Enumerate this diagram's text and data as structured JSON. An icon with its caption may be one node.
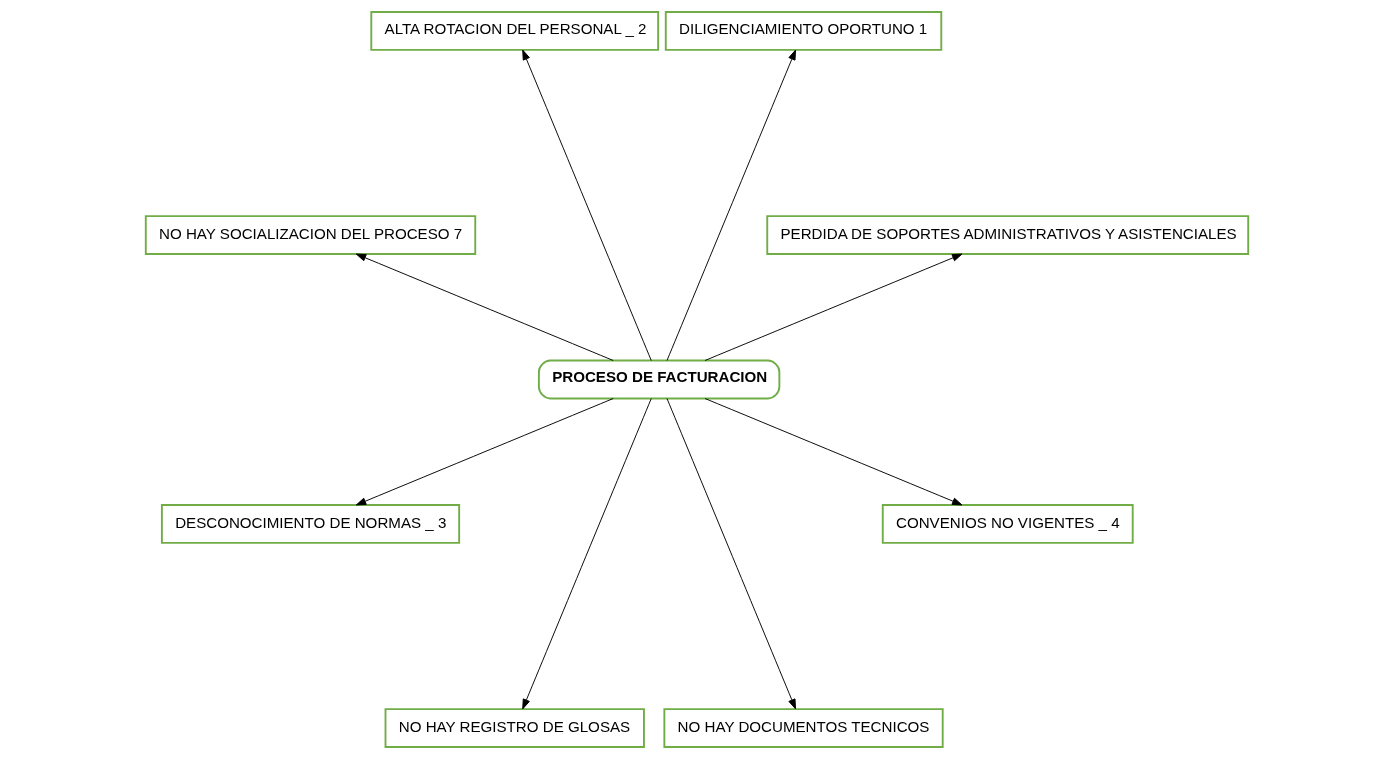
{
  "diagram": {
    "nodes": [
      {
        "text": [
          "PERDIDA DE SOPORTES ADMINISTRATIVOS Y ASISTENCIALES"
        ]
      },
      {
        "text": [
          "DILIGENCIAMIENTO OPORTUNO 1"
        ]
      },
      {
        "text": [
          "ALTA ROTACION DEL PERSONAL _ 2"
        ]
      },
      {
        "text": [
          "NO HAY SOCIALIZACION DEL PROCESO 7"
        ]
      },
      {
        "text": [
          "PROCESO DE FACTURACION"
        ]
      },
      {
        "text": [
          "DESCONOCIMIENTO DE NORMAS _ 3"
        ]
      },
      {
        "text": [
          "NO HAY REGISTRO DE GLOSAS"
        ]
      },
      {
        "text": [
          "NO HAY DOCUMENTOS TECNICOS"
        ]
      },
      {
        "text": [
          "CONVENIOS NO VIGENTES _ 4"
        ]
      }
    ],
    "edges": [
      {
        "from": 4,
        "to": 1,
        "arrow": "to"
      },
      {
        "from": 4,
        "to": 0,
        "arrow": "to"
      },
      {
        "from": 4,
        "to": 2,
        "arrow": "to"
      },
      {
        "from": 4,
        "to": 3,
        "arrow": "to"
      },
      {
        "from": 4,
        "to": 5,
        "arrow": "to"
      },
      {
        "from": 4,
        "to": 6,
        "arrow": "to"
      },
      {
        "from": 4,
        "to": 7,
        "arrow": "to"
      },
      {
        "from": 4,
        "to": 8,
        "arrow": "to"
      }
    ]
  }
}
